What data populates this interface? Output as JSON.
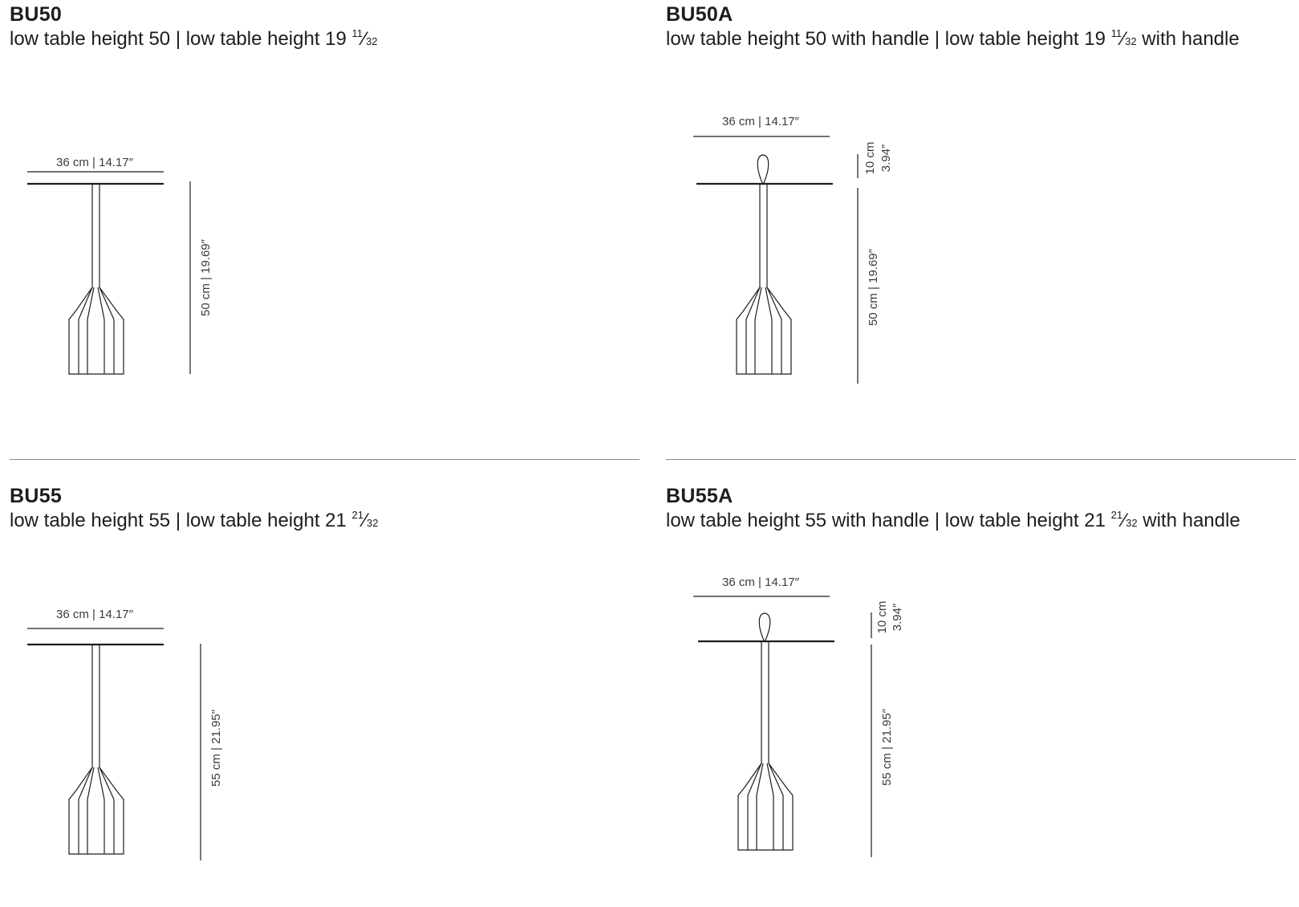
{
  "products": [
    {
      "code": "BU50",
      "desc_main": "low table height 50 | low table height 19 ",
      "frac_num": "11",
      "frac_slash": "⁄",
      "frac_den": "32",
      "desc_suffix": "",
      "width_label": "36 cm | 14.17″",
      "height_label": "50 cm | 19.69″",
      "handle": false
    },
    {
      "code": "BU50A",
      "desc_main": "low table height 50 with handle | low table height 19 ",
      "frac_num": "11",
      "frac_slash": "⁄",
      "frac_den": "32",
      "desc_suffix": " with handle",
      "width_label": "36 cm | 14.17″",
      "height_label": "50 cm | 19.69″",
      "handle": true,
      "handle_label_cm": "10 cm",
      "handle_label_in": "3.94″"
    },
    {
      "code": "BU55",
      "desc_main": "low table height 55 | low table height 21 ",
      "frac_num": "21",
      "frac_slash": "⁄",
      "frac_den": "32",
      "desc_suffix": "",
      "width_label": "36 cm | 14.17″",
      "height_label": "55 cm | 21.95″",
      "handle": false
    },
    {
      "code": "BU55A",
      "desc_main": "low table height 55 with handle | low table height 21 ",
      "frac_num": "21",
      "frac_slash": "⁄",
      "frac_den": "32",
      "desc_suffix": " with handle",
      "width_label": "36 cm | 14.17″",
      "height_label": "55 cm | 21.95″",
      "handle": true,
      "handle_label_cm": "10 cm",
      "handle_label_in": "3.94″"
    }
  ],
  "colors": {
    "line": "#1d1d1b",
    "text": "#3c3c3b",
    "divider": "#8a8a8a"
  }
}
